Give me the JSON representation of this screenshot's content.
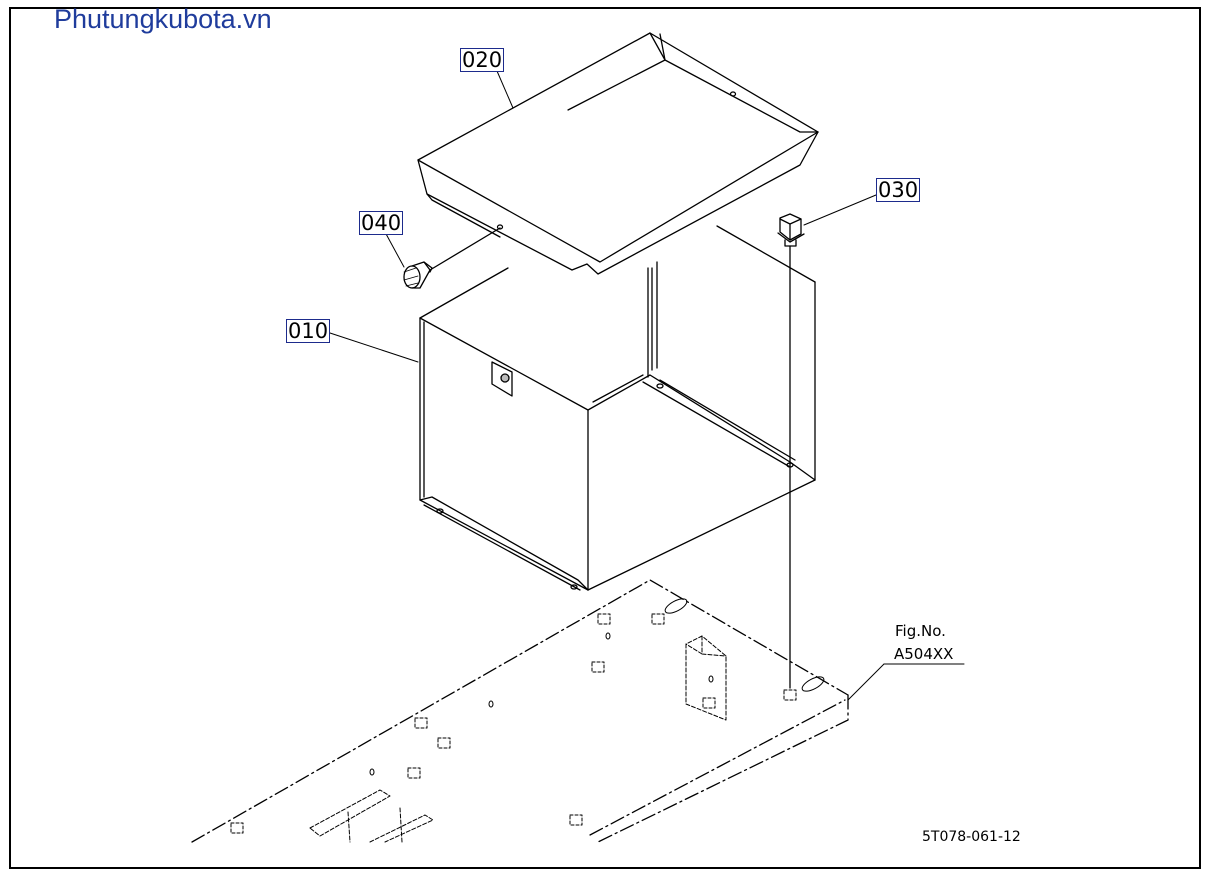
{
  "watermark": "Phutungkubota.vn",
  "callouts": {
    "p010": "010",
    "p020": "020",
    "p030": "030",
    "p040": "040"
  },
  "figure": {
    "label": "Fig.No.",
    "number": "A504XX"
  },
  "drawing_number": "5T078-061-12",
  "colors": {
    "watermark": "#1f3c9c",
    "callout_border": "#1d2b8c",
    "line": "#000000"
  }
}
